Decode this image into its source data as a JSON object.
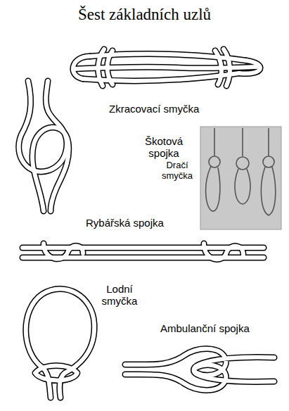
{
  "diagram": {
    "title": "Šest základních uzlů",
    "labels": [
      "Zkracovací smyčka",
      "Škotová spojka",
      "Dračí smyčka",
      "Rybářská spojka",
      "Lodní smyčka",
      "Ambulanční spojka"
    ]
  }
}
